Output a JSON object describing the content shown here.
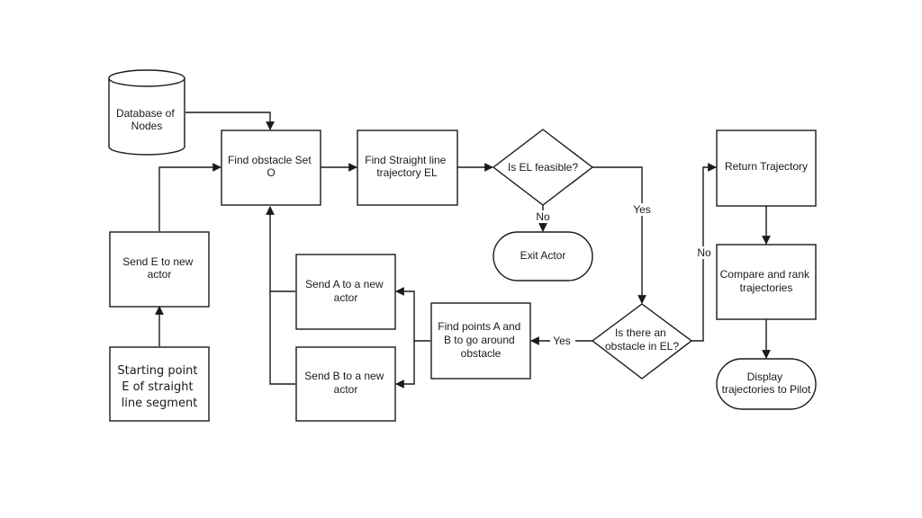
{
  "nodes": {
    "database": [
      "Database of",
      "Nodes"
    ],
    "find_obstacle_set": [
      "Find obstacle Set",
      "O"
    ],
    "find_straight_line": [
      "Find Straight line",
      "trajectory EL"
    ],
    "is_el_feasible": [
      "Is EL feasible?"
    ],
    "exit_actor": [
      "Exit Actor"
    ],
    "return_trajectory": [
      "Return Trajectory"
    ],
    "compare_rank": [
      "Compare and rank",
      "trajectories"
    ],
    "display_trajectories": [
      "Display",
      "trajectories to Pilot"
    ],
    "send_e": [
      "Send E to new",
      "actor"
    ],
    "starting_point": [
      "Starting point",
      "E of straight",
      "line segment"
    ],
    "send_a": [
      "Send A to a new",
      "actor"
    ],
    "send_b": [
      "Send B to a new",
      "actor"
    ],
    "find_points_ab": [
      "Find points A and",
      "B to go around",
      "obstacle"
    ],
    "is_obstacle": [
      "Is there an",
      "obstacle in EL?"
    ]
  },
  "edge_labels": {
    "feasible_no": "No",
    "feasible_yes": "Yes",
    "obstacle_yes": "Yes",
    "obstacle_no": "No"
  }
}
